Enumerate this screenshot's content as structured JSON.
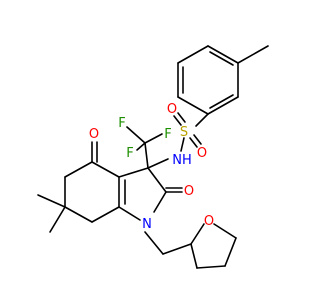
{
  "colors": {
    "bond": "#000000",
    "oxygen": "#ff0000",
    "nitrogen": "#0000ff",
    "sulfur": "#b8a200",
    "fluorine": "#1d8f00"
  },
  "atoms": {
    "s": "S",
    "o_s1": "O",
    "o_s2": "O",
    "nh": "NH",
    "f1": "F",
    "f2": "F",
    "f3": "F",
    "o_ketone": "O",
    "o_lactam": "O",
    "n_ring": "N",
    "o_thf": "O"
  }
}
